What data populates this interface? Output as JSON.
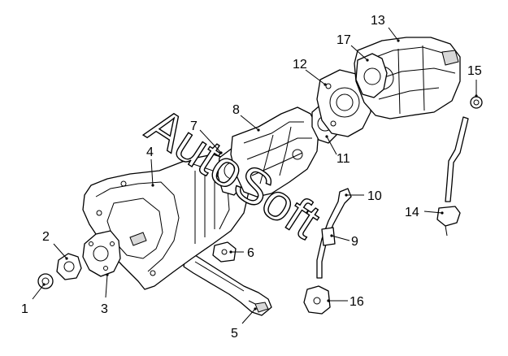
{
  "watermark": "AutoSoft",
  "callouts": [
    "1",
    "2",
    "3",
    "4",
    "5",
    "6",
    "7",
    "8",
    "9",
    "10",
    "11",
    "12",
    "13",
    "14",
    "15",
    "16",
    "17"
  ]
}
